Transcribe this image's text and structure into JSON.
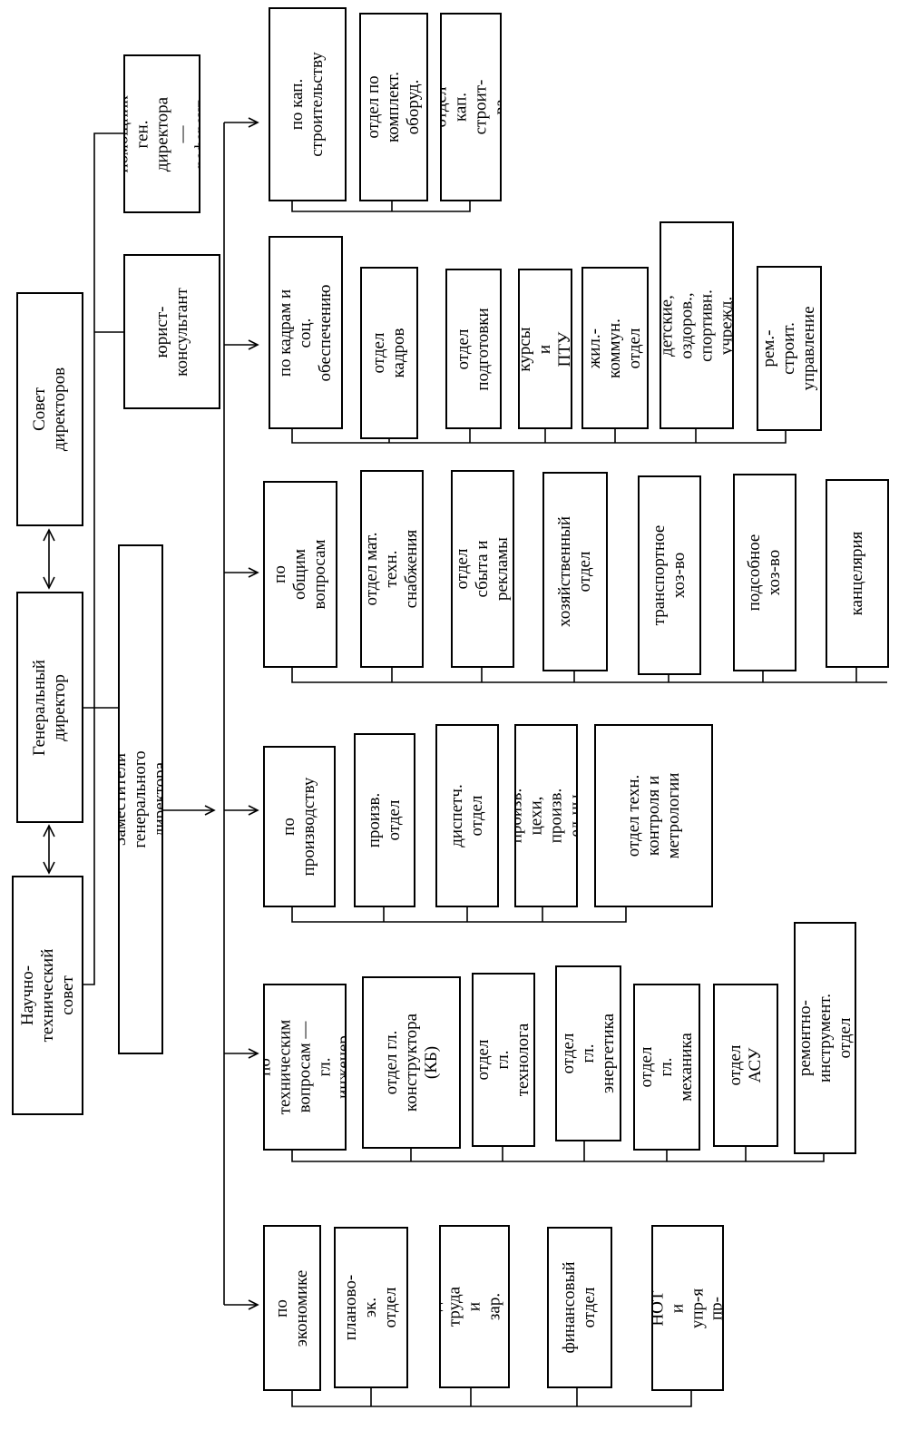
{
  "top": {
    "sovet_direktorov": "Совет\nдиректоров",
    "generalnyi_direktor": "Генеральный\nдиректор",
    "nauchno_tekh_sovet": "Научно-технический\nсовет",
    "pomoshnik": "помощник ген.\nдиректора —\nреферент",
    "yuriskonsult": "юрист-\nконсультант",
    "zamestiteli": "Заместители генерального директора"
  },
  "groups": [
    {
      "head": "по кап.\nстроительству",
      "items": [
        "отдел по комплект.\nоборуд.",
        "отдел кап.\nстроит-ва"
      ]
    },
    {
      "head": "по кадрам и соц.\nобеспечению",
      "items": [
        "отдел кадров",
        "отдел\nподготовки",
        "курсы и ПТУ",
        "жил.-коммун.\nотдел",
        "детские, оздоров.,\nспортивн. учрежд.",
        "рем.-строит.\nуправление"
      ]
    },
    {
      "head": "по общим\nвопросам",
      "items": [
        "отдел мат. техн.\nснабжения",
        "отдел сбыта и\nрекламы",
        "хозяйственный\nотдел",
        "транспортное\nхоз-во",
        "подсобное\nхоз-во",
        "канцелярия"
      ]
    },
    {
      "head": "по\nпроизводству",
      "items": [
        "произв. отдел",
        "диспетч.\nотдел",
        "произв. цехи,\nпроизв. ед-цы",
        "отдел техн.\nконтроля и\nметрологии"
      ]
    },
    {
      "head": "по техническим\nвопросам — гл.\nинженер",
      "items": [
        "отдел гл.\nконструктора\n(КБ)",
        "отдел\nгл. технолога",
        "отдел\nгл. энергетика",
        "отдел\nгл. механика",
        "отдел\nАСУ",
        "ремонтно-инструмент.\nотдел"
      ]
    },
    {
      "head": "по экономике",
      "items": [
        "планово-эк.\nотдел",
        "отдел труда и\nзар. платы",
        "финансовый\nотдел",
        "отдел НОТ и\nупр-я пр-вом"
      ]
    }
  ]
}
